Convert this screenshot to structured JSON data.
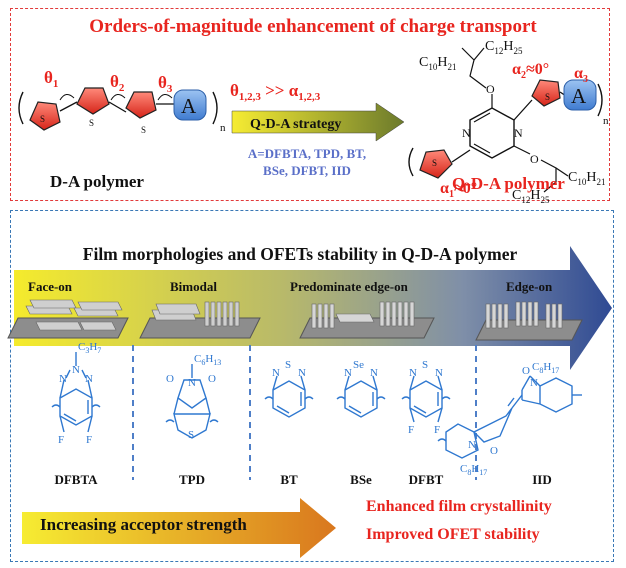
{
  "header": {
    "title": "Orders-of-magnitude enhancement of charge transport"
  },
  "top": {
    "theta_labels": [
      "θ",
      "θ",
      "θ"
    ],
    "theta_subs": [
      "1",
      "2",
      "3"
    ],
    "compare_main": "θ",
    "compare_sub": "1,2,3",
    "compare_op": " >> ",
    "compare_alpha": "α",
    "compare_alpha_sub": "1,2,3",
    "arrow_label": "Q-D-A strategy",
    "acceptor_line1": "A=DFBTA, TPD, BT,",
    "acceptor_line2": "BSe, DFBT, IID",
    "left_caption": "D-A polymer",
    "right_caption": "Q-D-A polymer",
    "acceptor_letter": "A",
    "subscript_n": "n",
    "sulfur": "S",
    "nitrogen": "N",
    "oxygen": "O",
    "alpha2": "α",
    "alpha2_sub": "2",
    "alpha2_val": "≈0°",
    "alpha3": "α",
    "alpha3_sub": "3",
    "alpha1": "α",
    "alpha1_sub": "1",
    "alpha1_val": "≈0°",
    "chain_top1": "C",
    "chain_top1_sub1": "12",
    "chain_top1_mid": "H",
    "chain_top1_sub2": "25",
    "chain_top2": "C",
    "chain_top2_sub1": "10",
    "chain_top2_mid": "H",
    "chain_top2_sub2": "21",
    "chain_bot1": "C",
    "chain_bot1_sub1": "10",
    "chain_bot1_mid": "H",
    "chain_bot1_sub2": "21",
    "chain_bot2": "C",
    "chain_bot2_sub1": "12",
    "chain_bot2_mid": "H",
    "chain_bot2_sub2": "25"
  },
  "bottom": {
    "title": "Film morphologies and OFETs stability in Q-D-A polymer",
    "morphologies": [
      "Face-on",
      "Bimodal",
      "Predominate edge-on",
      "Edge-on"
    ],
    "acceptors": [
      "DFBTA",
      "TPD",
      "BT",
      "BSe",
      "DFBT",
      "IID"
    ],
    "strength_label": "Increasing acceptor strength",
    "result1": "Enhanced film crystallinity",
    "result2": "Improved OFET stability",
    "dfbta_sub": "C",
    "dfbta_sub_n": "3",
    "dfbta_sub_h": "H",
    "dfbta_sub_hn": "7",
    "tpd_sub": "C",
    "tpd_sub_n": "6",
    "tpd_sub_h": "H",
    "tpd_sub_hn": "13",
    "iid_sub": "C",
    "iid_sub_n": "8",
    "iid_sub_h": "H",
    "iid_sub_hn": "17",
    "fluorine": "F",
    "selenium": "Se"
  },
  "colors": {
    "red": "#e8251f",
    "thiophene": "#e23b3b",
    "acceptor_blue": "#4f86d6",
    "structure_blue": "#2f78d0",
    "arrow_gradient": [
      "#f6ec32",
      "#6c7a2c"
    ],
    "strength_gradient": [
      "#f6ec32",
      "#d9771e"
    ],
    "film_gradient": [
      "#f5eb2c",
      "#2f4a93"
    ]
  }
}
